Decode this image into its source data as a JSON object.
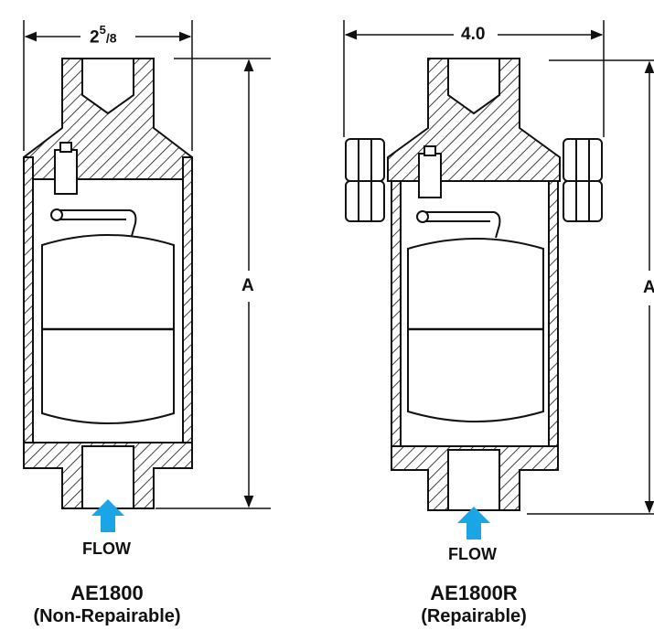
{
  "left_unit": {
    "width_whole": "2",
    "width_num": "5",
    "width_den": "8",
    "height_label": "A",
    "flow_label": "FLOW",
    "model": "AE1800",
    "subtitle": "(Non-Repairable)"
  },
  "right_unit": {
    "width_label": "4.0",
    "height_label": "A",
    "flow_label": "FLOW",
    "model": "AE1800R",
    "subtitle": "(Repairable)"
  },
  "colors": {
    "line": "#111111",
    "flow_arrow": "#1aa6e6"
  }
}
